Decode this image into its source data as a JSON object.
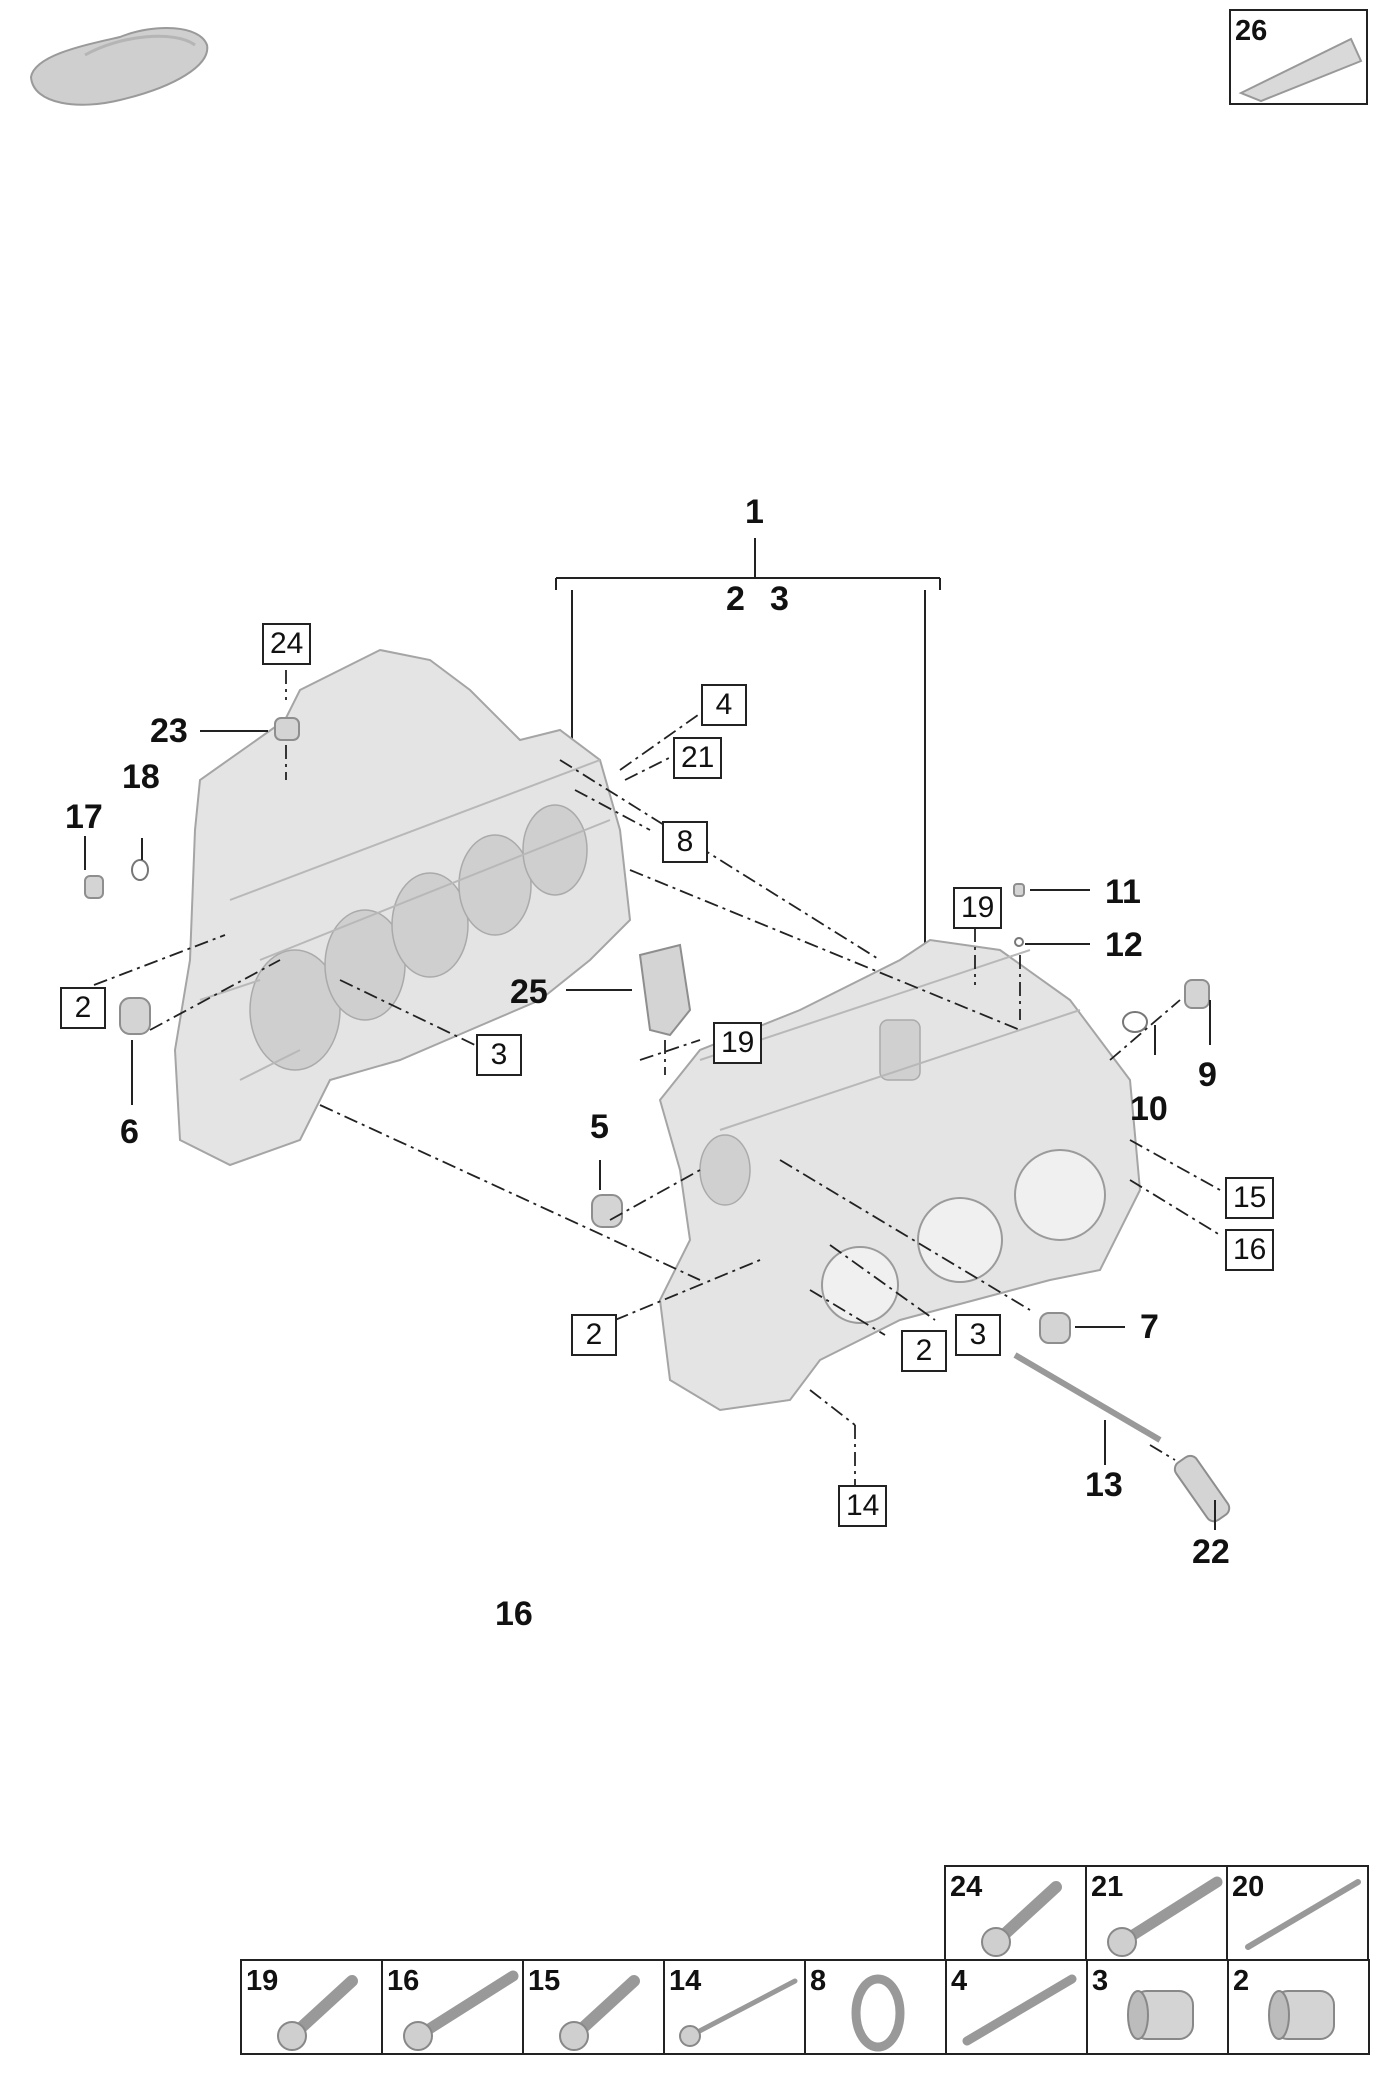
{
  "callouts": {
    "c1": "1",
    "c2": "2",
    "c3": "3",
    "c5": "5",
    "c6": "6",
    "c7": "7",
    "c9": "9",
    "c10": "10",
    "c11": "11",
    "c12": "12",
    "c13": "13",
    "c17": "17",
    "c18": "18",
    "c22": "22",
    "c23": "23",
    "c25": "25",
    "c16_caption": "16"
  },
  "boxed_refs": {
    "b24": "24",
    "b4": "4",
    "b21": "21",
    "b8": "8",
    "b2_left": "2",
    "b3_left": "3",
    "b19_right": "19",
    "b19_mid": "19",
    "b15": "15",
    "b16": "16",
    "b2_low": "2",
    "b2_low2": "2",
    "b3_low": "3",
    "b14": "14"
  },
  "top_right_box": {
    "number": "26"
  },
  "legend": {
    "top_row": [
      "24",
      "21",
      "20"
    ],
    "bottom_row": [
      "19",
      "16",
      "15",
      "14",
      "8",
      "4",
      "3",
      "2"
    ]
  },
  "colors": {
    "part_fill": "#e6e6e6",
    "part_edge": "#9a9a9a",
    "line": "#222222"
  }
}
